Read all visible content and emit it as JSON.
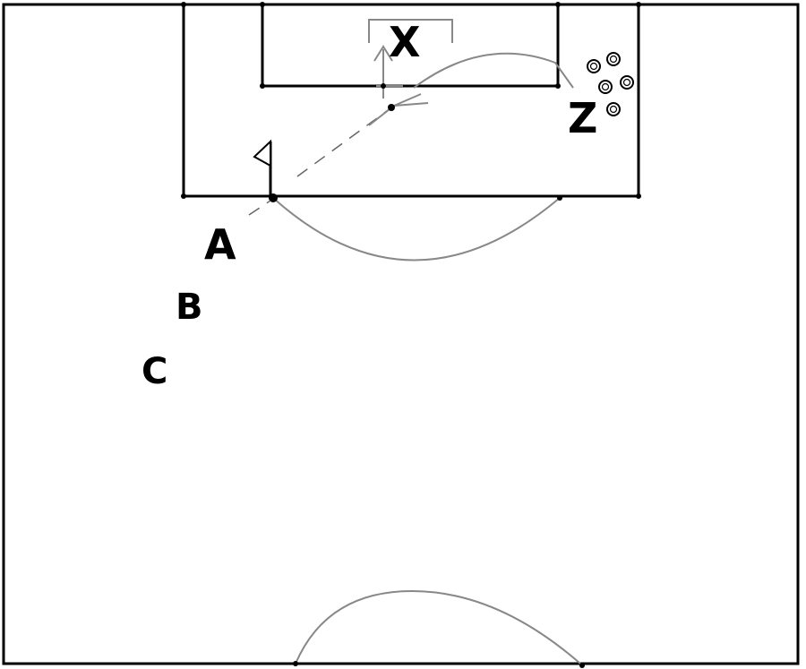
{
  "labels": {
    "player_x": "X",
    "player_z": "Z",
    "cone_a": "A",
    "cone_b": "B",
    "cone_c": "C"
  },
  "colors": {
    "background": "#ffffff",
    "lines": "#000000",
    "run_paths": "#888888",
    "pass_paths": "#666666"
  },
  "icons": {
    "corner_flag": "flag-icon",
    "ball_group": "ball-icon"
  }
}
